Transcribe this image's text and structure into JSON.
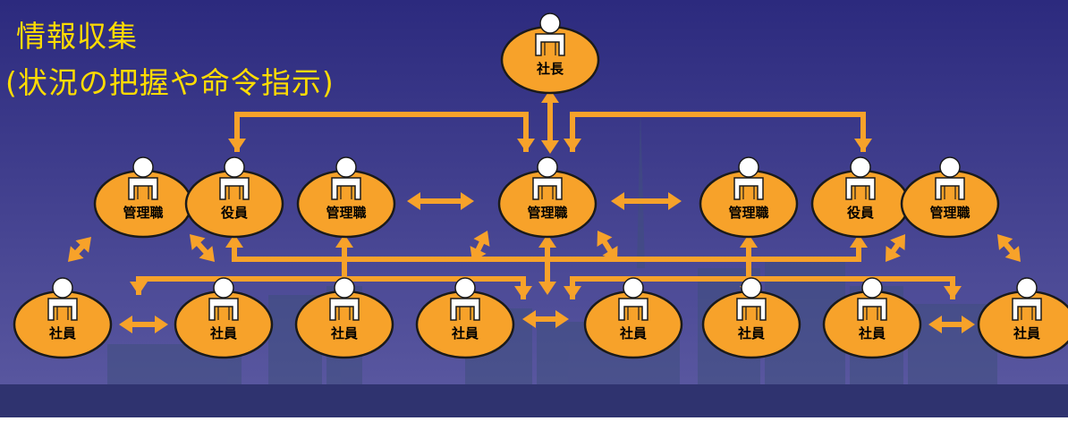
{
  "title": {
    "line1": "情報収集",
    "line2": "(状況の把握や命令指示)"
  },
  "colors": {
    "arrow": "#f7a22a",
    "node_fill": "#f7a22a",
    "title": "#ffdc00",
    "sky_top": "#2c2a7e",
    "sky_bottom": "#5c5aa2",
    "water": "#2f336f"
  },
  "nodes": {
    "president": {
      "label": "社長",
      "icon": "person-icon"
    },
    "row1": [
      {
        "label": "管理職",
        "icon": "person-icon"
      },
      {
        "label": "役員",
        "icon": "person-icon"
      },
      {
        "label": "管理職",
        "icon": "person-icon"
      },
      {
        "label": "管理職",
        "icon": "person-icon"
      },
      {
        "label": "管理職",
        "icon": "person-icon"
      },
      {
        "label": "役員",
        "icon": "person-icon"
      },
      {
        "label": "管理職",
        "icon": "person-icon"
      }
    ],
    "row2": [
      {
        "label": "社員",
        "icon": "person-icon"
      },
      {
        "label": "社員",
        "icon": "person-icon"
      },
      {
        "label": "社員",
        "icon": "person-icon"
      },
      {
        "label": "社員",
        "icon": "person-icon"
      },
      {
        "label": "社員",
        "icon": "person-icon"
      },
      {
        "label": "社員",
        "icon": "person-icon"
      },
      {
        "label": "社員",
        "icon": "person-icon"
      },
      {
        "label": "社員",
        "icon": "person-icon"
      }
    ]
  },
  "arrow_type": "bidirectional"
}
